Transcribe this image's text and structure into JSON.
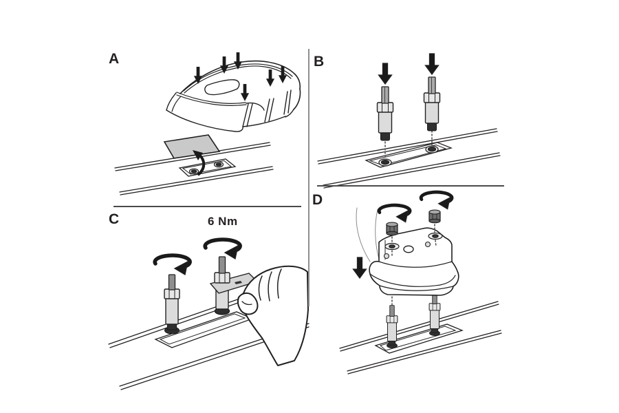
{
  "figure": {
    "type": "installation-instructions",
    "background": "#ffffff",
    "line_color": "#231f20",
    "divider_color": "#8f8f8f",
    "metal_fill": "#dcdcdc",
    "cover_plate_fill": "#c9c9c9",
    "arrow_color": "#1a1a1a",
    "panels": {
      "a": {
        "label": "A",
        "shows": "car roof with six mounting point arrows; removing rail cover plate"
      },
      "b": {
        "label": "B",
        "shows": "inserting two threaded studs into rail holes"
      },
      "c": {
        "label": "C",
        "torque_label": "6 Nm",
        "shows": "tightening studs with flat wrench by hand"
      },
      "d": {
        "label": "D",
        "shows": "placing foot bracket over studs and fastening nuts"
      }
    },
    "icons": [
      "down-arrow-icon",
      "rotation-arrow-icon",
      "lift-arrow-icon",
      "mounting-stud",
      "lock-nut",
      "washer",
      "mounting-hole",
      "rail-cover-plate",
      "foot-bracket",
      "hand-with-wrench",
      "car-roof-drawing"
    ]
  }
}
